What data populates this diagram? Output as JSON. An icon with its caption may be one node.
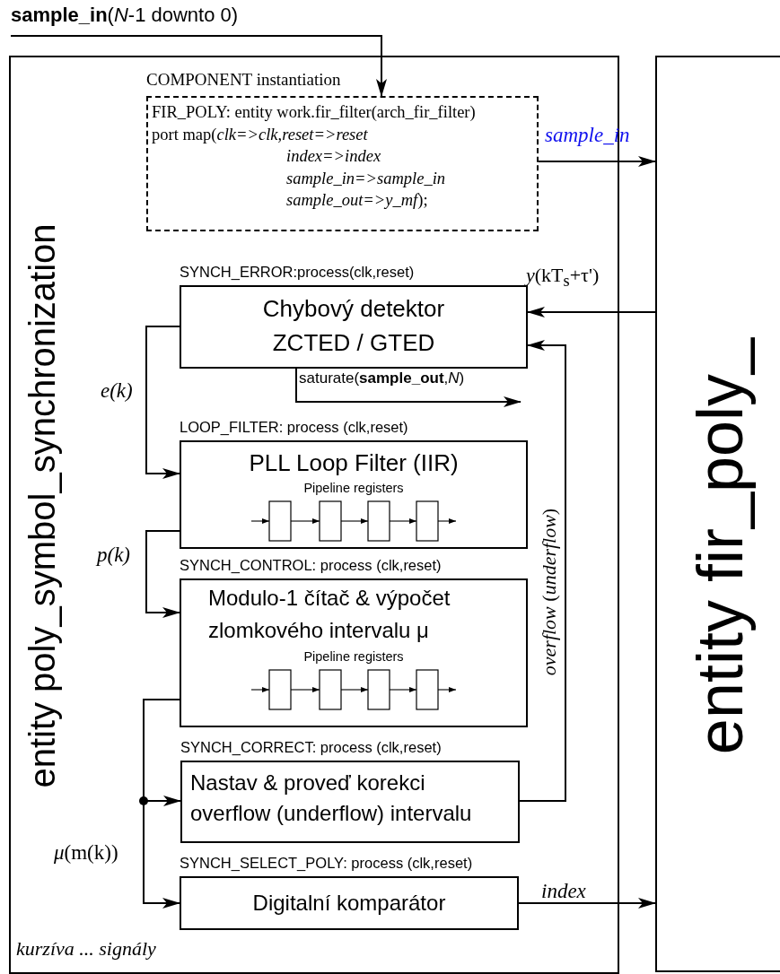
{
  "diagram": {
    "nodes": [
      {
        "text": [
          "entity poly_symbol_synchronization"
        ]
      },
      {
        "text": [
          "COMPONENT instantiation",
          "FIR_POLY: entity work.fir_filter(arch_fir_filter)",
          "port map(*clk=>clk,reset=>reset*",
          "index=>index",
          "sample_in=>sample_in",
          "*sample_out=>y_mf*);"
        ],
        "in": 0
      },
      {
        "text": [
          "entity fir_poly_"
        ]
      },
      {
        "text": [
          "SYNCH_ERROR:process(clk,reset)",
          "Chybový detektor ZCTED / GTED"
        ],
        "in": 0
      },
      {
        "text": [
          "LOOP_FILTER: process (clk,reset)",
          "PLL Loop Filter (IIR)",
          "Pipeline registers"
        ],
        "in": 0
      },
      {
        "text": [
          "SYNCH_CONTROL: process (clk,reset)",
          "Modulo-1 čítač & výpočet zlomkového intervalu μ",
          "Pipeline registers"
        ],
        "in": 0
      },
      {
        "text": [
          "SYNCH_CORRECT: process (clk,reset)",
          "Nastav & proveď korekci overflow (underflow) intervalu"
        ],
        "in": 0
      },
      {
        "text": [
          "SYNCH_SELECT_POLY: process (clk,reset)",
          "Digitalní komparátor"
        ],
        "in": 0
      }
    ],
    "edges": [
      {
        "from": null,
        "to": 1,
        "arrow": "to",
        "label": "**sample_in**(*N*-1  downto 0)"
      },
      {
        "from": 1,
        "to": 2,
        "arrow": "to",
        "label": "sample_in"
      },
      {
        "from": 2,
        "to": 3,
        "arrow": "to",
        "label": "*y*(kT$_{s}$+τ')"
      },
      {
        "from": 6,
        "to": 3,
        "arrow": "to",
        "label": "*overflow* (*underflow*)"
      },
      {
        "from": 3,
        "to": null,
        "arrow": "to",
        "label": "saturate(**sample_out**,*N*)"
      },
      {
        "from": 3,
        "to": 4,
        "arrow": "to",
        "label": "e(k)"
      },
      {
        "from": 4,
        "to": 5,
        "arrow": "to",
        "label": "p(k)"
      },
      {
        "from": 5,
        "to": 6,
        "arrow": "to"
      },
      {
        "from": 5,
        "to": 7,
        "arrow": "to",
        "label": "*μ*(m(k))"
      },
      {
        "from": 7,
        "to": 2,
        "arrow": "to",
        "label": "index"
      }
    ],
    "labels": [
      "kurzíva ... signály"
    ]
  }
}
